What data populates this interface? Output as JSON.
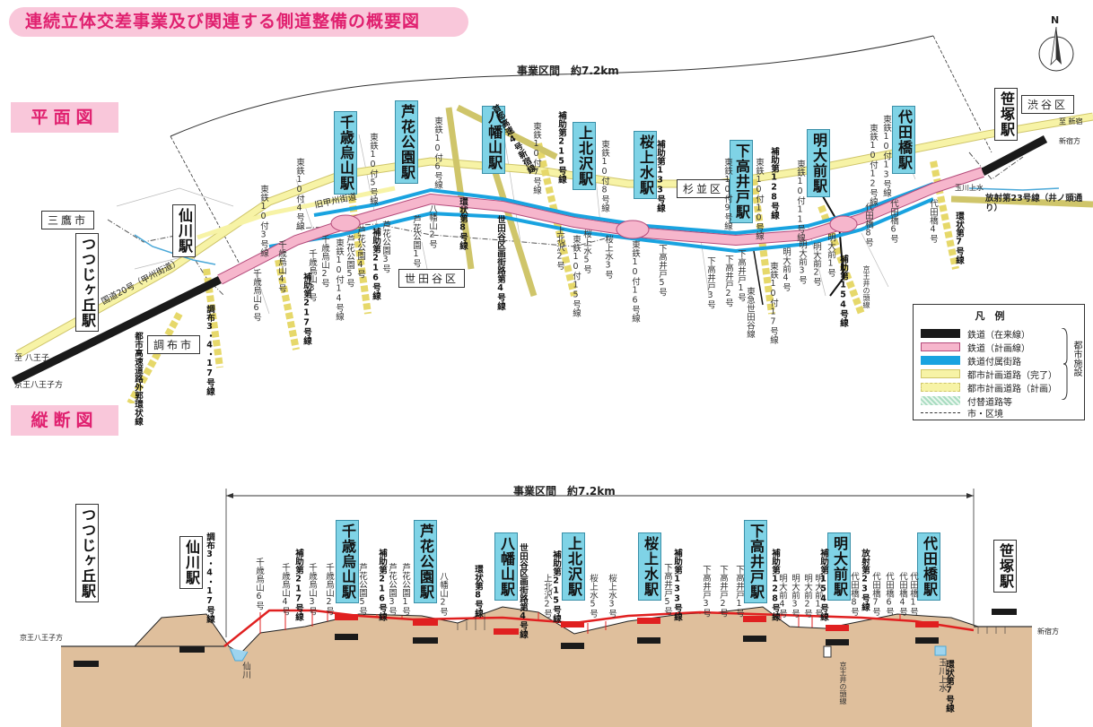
{
  "title": "連続立体交差事業及び関連する側道整備の概要図",
  "sections": {
    "plan": "平面図",
    "profile": "縦断図"
  },
  "north": "N",
  "project_span": "事業区間　約7.2km",
  "areas": {
    "mitaka": "三鷹市",
    "chofu": "調布市",
    "setagaya": "世田谷区",
    "suginami": "杉並区",
    "shibuya": "渋谷区"
  },
  "directions": {
    "hachioji_plan": "至 八王子",
    "keio_hachioji_plan": "京王八王子方",
    "shinjuku_plan": "至 新宿",
    "shinjuku_line": "新宿方",
    "keio_hachioji_profile": "京王八王子方",
    "shinjuku_profile": "新宿方"
  },
  "plan_stations": {
    "tsutsujigaoka": "つつじヶ丘駅",
    "sengawa": "仙川駅",
    "chitosekarasuyama": "千歳烏山駅",
    "roka": "芦花公園駅",
    "hachimanyama": "八幡山駅",
    "kamikitazawa": "上北沢駅",
    "sakurajosui": "桜上水駅",
    "shimotakaido": "下高井戸駅",
    "meidaimae": "明大前駅",
    "yoyogi": "代田橋駅",
    "sasazuka": "笹塚駅"
  },
  "plan_roads": {
    "koshu": "国道20号（甲州街道）",
    "kyukoshu": "旧甲州街道",
    "chofu3417": "調布3・4・17号線",
    "gaikan": "都市高速道路外郭環状線",
    "hojo217": "補助第217号線",
    "hojo216": "補助第216号線",
    "kanpachi": "環状第8号線",
    "setagaya4": "世田谷区画街路第4号線",
    "hojo215": "補助第215号線",
    "hojo133": "補助第133号線",
    "hojo128": "補助第128号線",
    "hojo154": "補助第154号線",
    "kannana": "環状第7号線",
    "hoshako23": "放射第23号線（井ノ頭通り）",
    "shutoko4": "首都高速4号新宿線",
    "tamagawa": "玉川上水",
    "keio_inokashira": "京王井の頭線",
    "tokyu": "東急世田谷線",
    "t3": "東鉄10付3号線",
    "t4": "東鉄10付4号線",
    "t5": "東鉄10付5号線",
    "t6": "東鉄10付6号線",
    "t7": "東鉄10付7号線",
    "t8": "東鉄10付8号線",
    "t9": "東鉄10付9号線",
    "t10": "東鉄10付10号線",
    "t11": "東鉄10付11号線",
    "t12": "東鉄10付12号線",
    "t13": "東鉄10付13号線",
    "t14": "東鉄10付14号線",
    "t15": "東鉄10付15号線",
    "t16": "東鉄10付16号線",
    "t17": "東鉄10付17号線",
    "k2": "千歳烏山2号",
    "k3": "千歳烏山3号",
    "k4": "千歳烏山4号",
    "k6": "千歳烏山6号",
    "r1": "芦花公園1号",
    "r3": "芦花公園3号",
    "r4": "芦花公園4号",
    "r5": "芦花公園5号",
    "h2": "八幡山2号",
    "kk2": "上北沢2号",
    "s3": "桜上水3号",
    "s5": "桜上水5号",
    "st1": "下高井戸1号",
    "st2": "下高井戸2号",
    "st3": "下高井戸3号",
    "st5": "下高井戸5号",
    "m1": "明大前1号",
    "m2": "明大前2号",
    "m3": "明大前3号",
    "m4": "明大前4号",
    "y4": "代田橋4号",
    "y6": "代田橋6号",
    "y8": "代田橋8号"
  },
  "legend": {
    "title": "凡　例",
    "items": [
      {
        "label": "鉄道（在来線）",
        "color": "#1a1a1a"
      },
      {
        "label": "鉄道（計画線）",
        "color": "#f6b6cc"
      },
      {
        "label": "鉄道付属街路",
        "color": "#19a3e0"
      },
      {
        "label": "都市計画道路（完了）",
        "color": "#f7f3a6"
      },
      {
        "label": "都市計画道路（計画）",
        "color": "#f7f3a6"
      },
      {
        "label": "付替道路等",
        "color": "#a8dcc0"
      },
      {
        "label": "市・区境",
        "color": "#333333"
      }
    ],
    "group_label": "都市施設"
  },
  "profile_stations": {
    "tsutsujigaoka": "つつじヶ丘駅",
    "sengawa": "仙川駅",
    "chitosekarasuyama": "千歳烏山駅",
    "roka": "芦花公園駅",
    "hachimanyama": "八幡山駅",
    "kamikitazawa": "上北沢駅",
    "sakurajosui": "桜上水駅",
    "shimotakaido": "下高井戸駅",
    "meidaimae": "明大前駅",
    "yoyogi": "代田橋駅",
    "sasazuka": "笹塚駅"
  },
  "profile_labels": {
    "chofu3417": "調布3・4・17号線",
    "k6": "千歳烏山6号",
    "k4": "千歳烏山4号",
    "hojo217": "補助第217号線",
    "k3": "千歳烏山3号",
    "k2": "千歳烏山2号",
    "hojo216": "補助第216号線",
    "r5": "芦花公園5号",
    "r3": "芦花公園3号",
    "r1": "芦花公園1号",
    "h2": "八幡山2号",
    "kanpachi": "環状第8号線",
    "setagaya4": "世田谷区画街路第4号線",
    "kk2": "上北沢2号",
    "hojo215": "補助第215号線",
    "s5": "桜上水5号",
    "s3": "桜上水3号",
    "hojo133": "補助第133号線",
    "st5": "下高井戸5号",
    "st3": "下高井戸3号",
    "st2": "下高井戸2号",
    "st1": "下高井戸1号",
    "hojo128": "補助第128号線",
    "m4": "明大前4号",
    "m3": "明大前3号",
    "m2": "明大前2号",
    "m1": "明大前1号",
    "hojo154": "補助第154号線",
    "hoshako23": "放射第23号線",
    "y8": "代田橋8号",
    "y7": "代田橋7号",
    "y6": "代田橋6号",
    "y4": "代田橋4号",
    "y1": "代田橋1号",
    "sengawa_river": "仙川",
    "keio_inokashira": "京王井の頭線",
    "tamagawa": "玉川上水",
    "kannana": "環状第7号線"
  }
}
